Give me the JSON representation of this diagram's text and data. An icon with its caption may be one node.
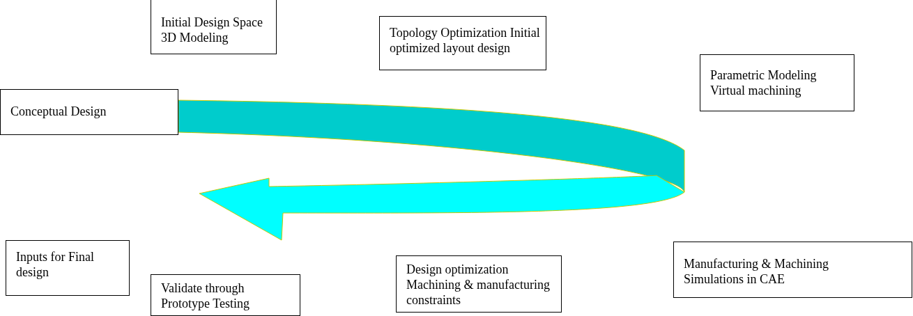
{
  "diagram": {
    "nodes": [
      {
        "text": [
          "Initial Design Space 3D Modeling"
        ]
      },
      {
        "text": [
          "Topology Optimization Initial optimized layout design"
        ]
      },
      {
        "text": [
          "Parametric Modeling Virtual machining"
        ]
      },
      {
        "text": [
          "Conceptual Design"
        ]
      },
      {
        "text": [
          "Inputs for Final design"
        ]
      },
      {
        "text": [
          "Manufacturing & Machining Simulations in CAE"
        ]
      },
      {
        "text": [
          "Design optimization Machining & manufacturing constraints"
        ]
      },
      {
        "text": [
          "Validate through Prototype Testing"
        ]
      }
    ],
    "edges": [
      {
        "from": 3,
        "to": 4,
        "arrow": "to",
        "style": "thick"
      }
    ]
  }
}
